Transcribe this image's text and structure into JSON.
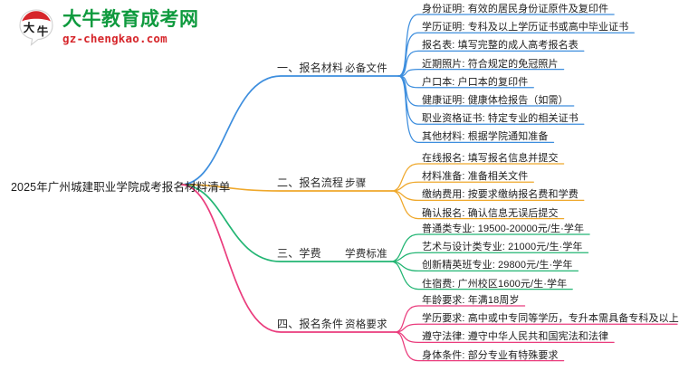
{
  "logo": {
    "mark_text": "大牛",
    "title": "大牛教育成考网",
    "domain": "gz-chengkao.com",
    "title_color": "#0f9a3e",
    "domain_color": "#d6252a",
    "mark_color": "#d6252a"
  },
  "mindmap": {
    "root": "2025年广州城建职业学院成考报名材料清单",
    "branches": [
      {
        "id": "branch-1",
        "label": "一、报名材料",
        "sub_label": "必备文件",
        "color": "#3d8ede",
        "leaves": [
          "身份证明: 有效的居民身份证原件及复印件",
          "学历证明: 专科及以上学历证书或高中毕业证书",
          "报名表: 填写完整的成人高考报名表",
          "近期照片: 符合规定的免冠照片",
          "户口本: 户口本的复印件",
          "健康证明: 健康体检报告（如需）",
          "职业资格证书: 特定专业的相关证书",
          "其他材料: 根据学院通知准备"
        ]
      },
      {
        "id": "branch-2",
        "label": "二、报名流程",
        "sub_label": "步骤",
        "color": "#efa82b",
        "leaves": [
          "在线报名: 填写报名信息并提交",
          "材料准备: 准备相关文件",
          "缴纳费用: 按要求缴纳报名费和学费",
          "确认报名: 确认信息无误后提交"
        ]
      },
      {
        "id": "branch-3",
        "label": "三、学费",
        "sub_label": "学费标准",
        "color": "#22b573",
        "leaves": [
          "普通类专业: 19500-20000元/生·学年",
          "艺术与设计类专业: 21000元/生·学年",
          "创新精英班专业: 29800元/生·学年",
          "住宿费: 广州校区1600元/生·学年"
        ]
      },
      {
        "id": "branch-4",
        "label": "四、报名条件",
        "sub_label": "资格要求",
        "color": "#ea3c7d",
        "leaves": [
          "年龄要求: 年满18周岁",
          "学历要求: 高中或中专同等学历，专升本需具备专科及以上学历",
          "遵守法律: 遵守中华人民共和国宪法和法律",
          "身体条件: 部分专业有特殊要求"
        ]
      }
    ]
  }
}
